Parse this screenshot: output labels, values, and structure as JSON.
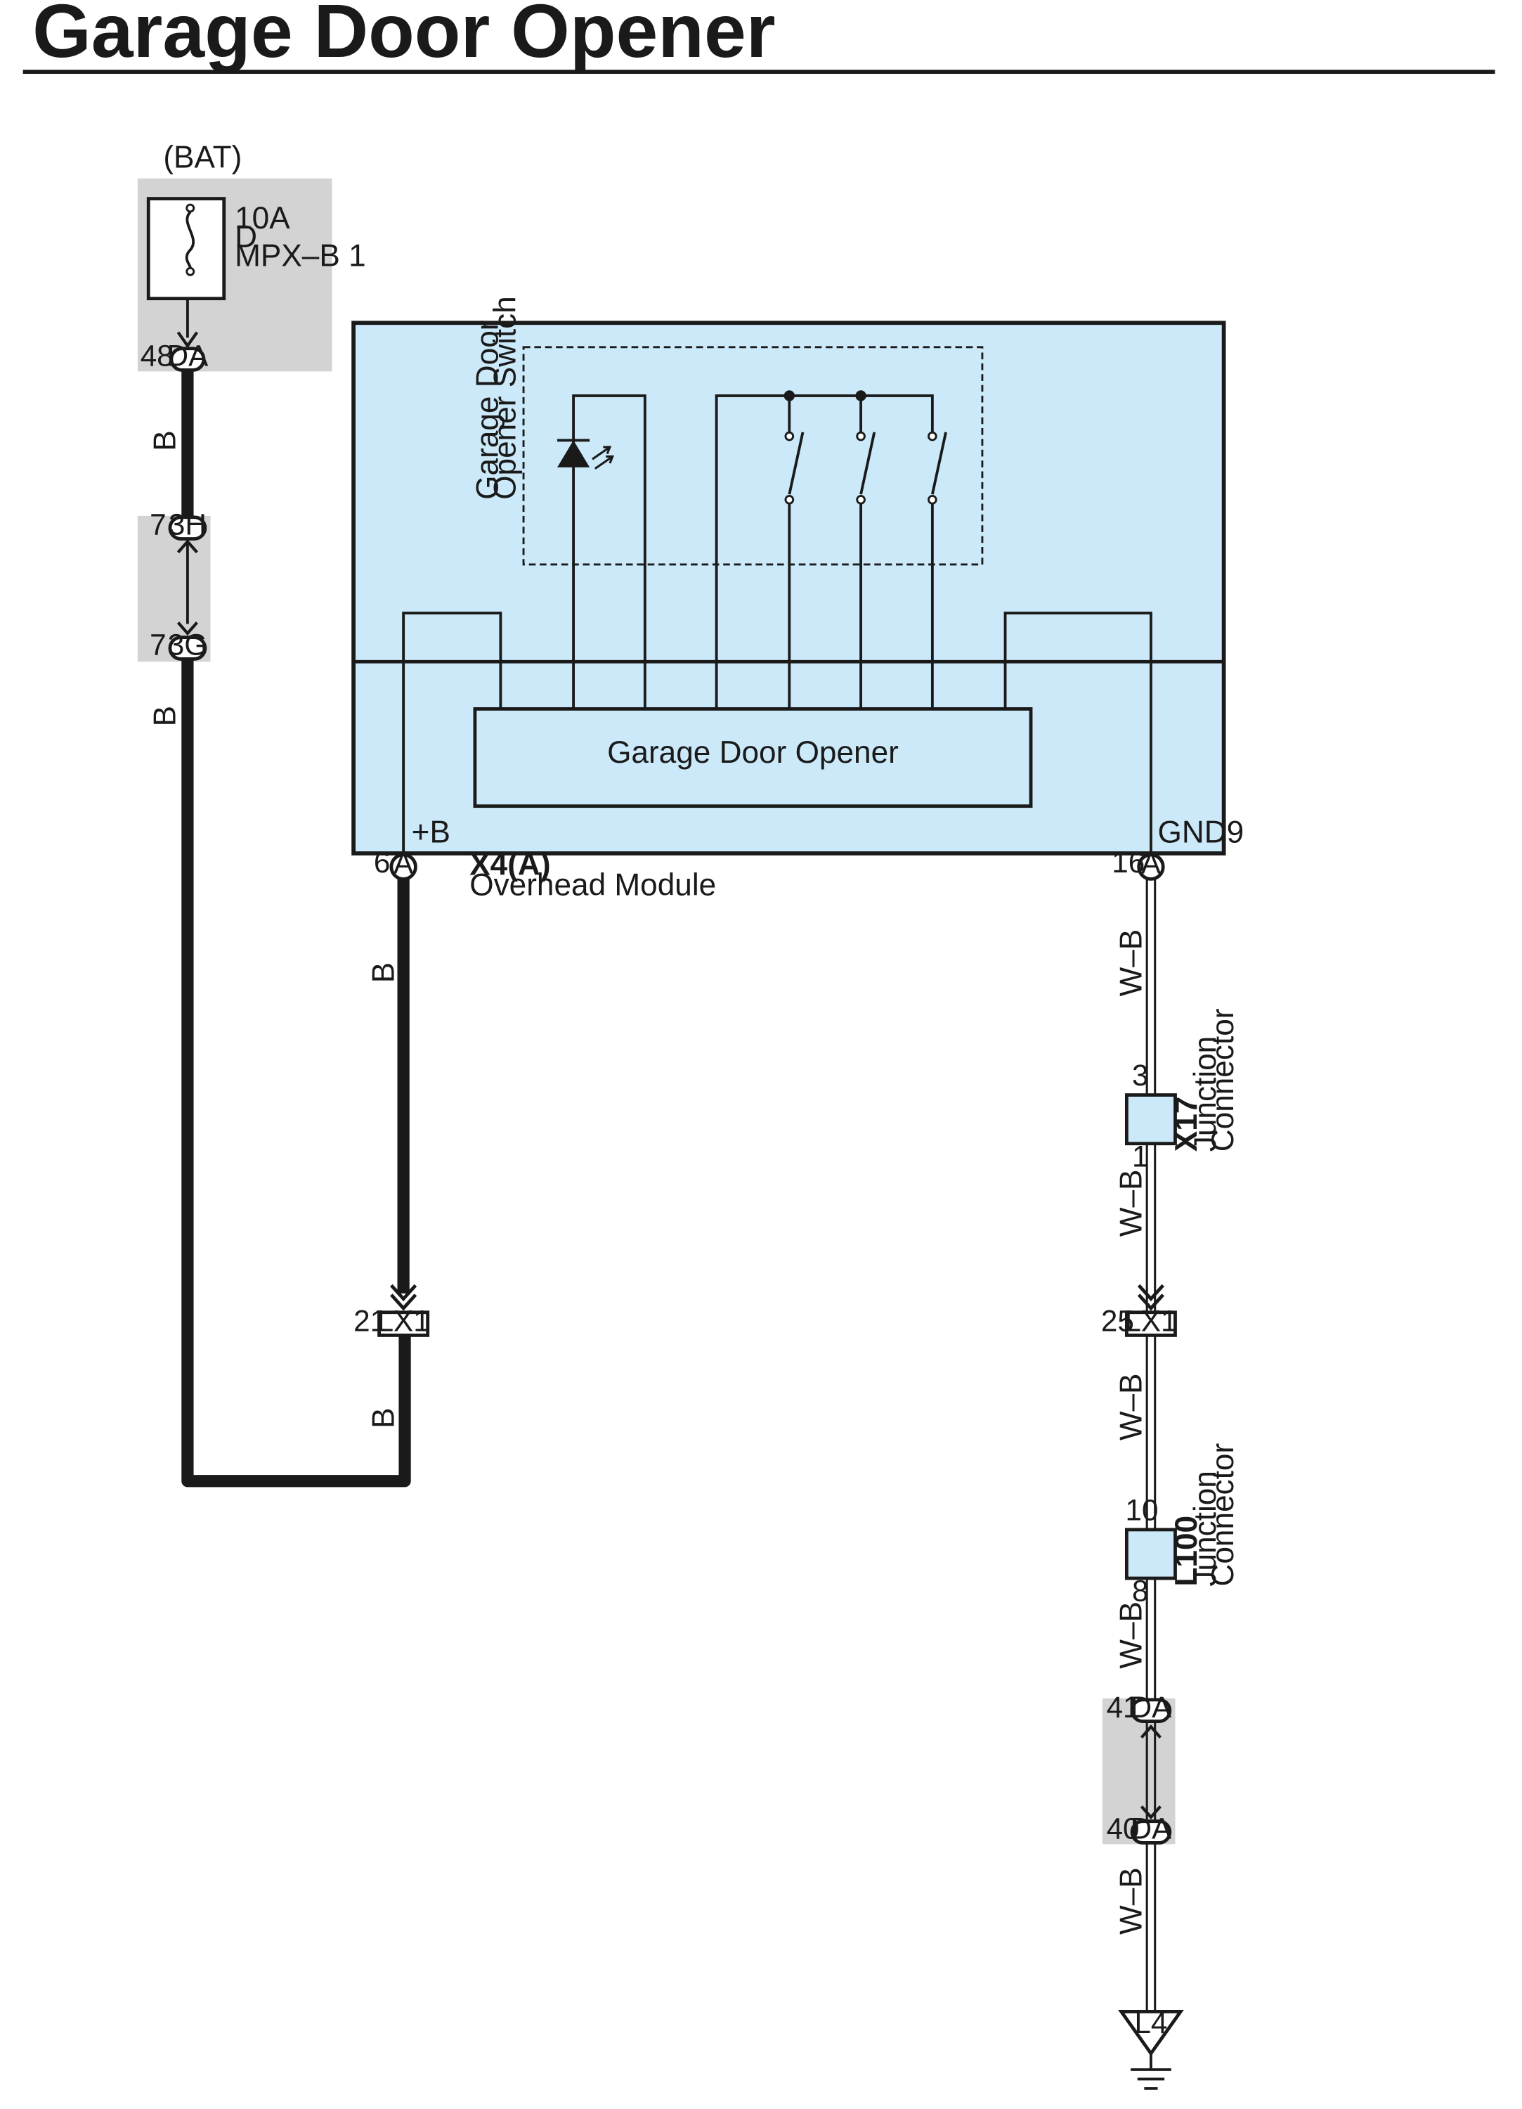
{
  "title": "Garage Door Opener",
  "battery": {
    "label": "(BAT)",
    "fuse_rating": "10A",
    "fuse_letter": "D",
    "fuse_name": "MPX–B 1"
  },
  "module": {
    "switch_label_line1": "Garage Door",
    "switch_label_line2": "Opener Switch",
    "opener_label": "Garage Door Opener",
    "pos_terminal": "+B",
    "gnd_terminal": "GND9",
    "connector_id": "X4(A)",
    "connector_name": "Overhead Module",
    "pin_pos": "6",
    "pin_gnd": "16",
    "pin_letter": "A"
  },
  "connectors": {
    "da_top": {
      "code": "DA",
      "pin": "48"
    },
    "h3": {
      "code": "3H",
      "pin": "7"
    },
    "g3": {
      "code": "3G",
      "pin": "7"
    },
    "lx1_left": {
      "code": "LX1",
      "pin": "21"
    },
    "lx1_right": {
      "code": "LX1",
      "pin": "25"
    },
    "da_41": {
      "code": "DA",
      "pin": "41"
    },
    "da_40": {
      "code": "DA",
      "pin": "40"
    }
  },
  "junctions": {
    "x17": {
      "id": "X17",
      "line1": "Junction",
      "line2": "Connector",
      "pin_top": "3",
      "pin_bottom": "1"
    },
    "l100": {
      "id": "L100",
      "line1": "Junction",
      "line2": "Connector",
      "pin_top": "10",
      "pin_bottom": "8"
    }
  },
  "ground": {
    "id": "L4"
  },
  "wires": {
    "black": "B",
    "white_black": "W–B"
  },
  "colors": {
    "module_fill": "#cce9f9",
    "shade": "#d3d3d3",
    "line": "#1a1a1a"
  }
}
